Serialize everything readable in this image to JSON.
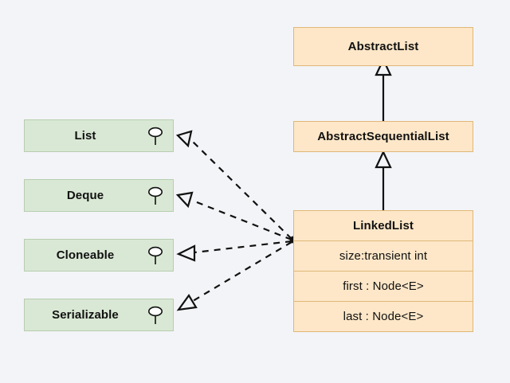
{
  "diagram": {
    "title": "LinkedList UML class diagram",
    "background_color": "#f3f4f7",
    "class_fill_color": "#fde7c8",
    "class_border_color": "#dfb878",
    "interface_fill_color": "#d9e8d4",
    "interface_border_color": "#b6cdb0",
    "line_color": "#111111"
  },
  "classes": [
    {
      "id": "abstract-list",
      "name": "AbstractList",
      "attributes": []
    },
    {
      "id": "abstract-sequential-list",
      "name": "AbstractSequentialList",
      "attributes": []
    },
    {
      "id": "linked-list",
      "name": "LinkedList",
      "attributes": [
        "size:transient int",
        "first : Node<E>",
        "last : Node<E>"
      ]
    }
  ],
  "interfaces": [
    {
      "id": "list",
      "name": "List",
      "icon": "interface-lollipop-icon"
    },
    {
      "id": "deque",
      "name": "Deque",
      "icon": "interface-lollipop-icon"
    },
    {
      "id": "cloneable",
      "name": "Cloneable",
      "icon": "interface-lollipop-icon"
    },
    {
      "id": "serializable",
      "name": "Serializable",
      "icon": "interface-lollipop-icon"
    }
  ],
  "relationships": [
    {
      "from": "abstract-sequential-list",
      "to": "abstract-list",
      "type": "generalization",
      "style": "solid",
      "arrow": "hollow-triangle"
    },
    {
      "from": "linked-list",
      "to": "abstract-sequential-list",
      "type": "generalization",
      "style": "solid",
      "arrow": "hollow-triangle"
    },
    {
      "from": "linked-list",
      "to": "list",
      "type": "realization",
      "style": "dashed",
      "arrow": "hollow-triangle"
    },
    {
      "from": "linked-list",
      "to": "deque",
      "type": "realization",
      "style": "dashed",
      "arrow": "hollow-triangle"
    },
    {
      "from": "linked-list",
      "to": "cloneable",
      "type": "realization",
      "style": "dashed",
      "arrow": "hollow-triangle"
    },
    {
      "from": "linked-list",
      "to": "serializable",
      "type": "realization",
      "style": "dashed",
      "arrow": "hollow-triangle"
    }
  ]
}
